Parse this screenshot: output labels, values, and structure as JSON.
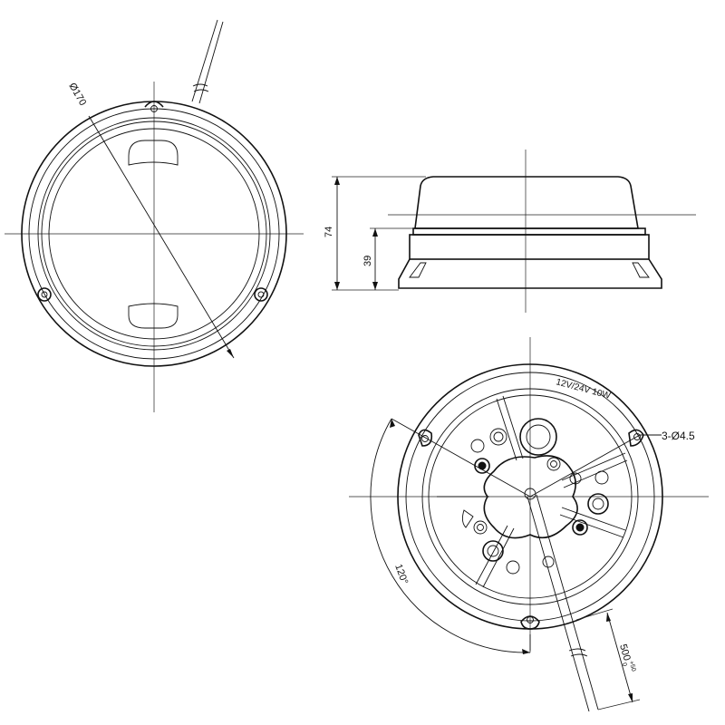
{
  "top_view": {
    "dim_diameter": "Ø170"
  },
  "side_view": {
    "dim_height_total": "74",
    "dim_height_base": "39"
  },
  "bottom_view": {
    "rating_label": "12V/24V 10W",
    "dim_holes": "3-Ø4.5",
    "dim_angle": "120°",
    "dim_cable": "500",
    "dim_cable_tol_upper": "+50",
    "dim_cable_tol_lower": "0"
  }
}
